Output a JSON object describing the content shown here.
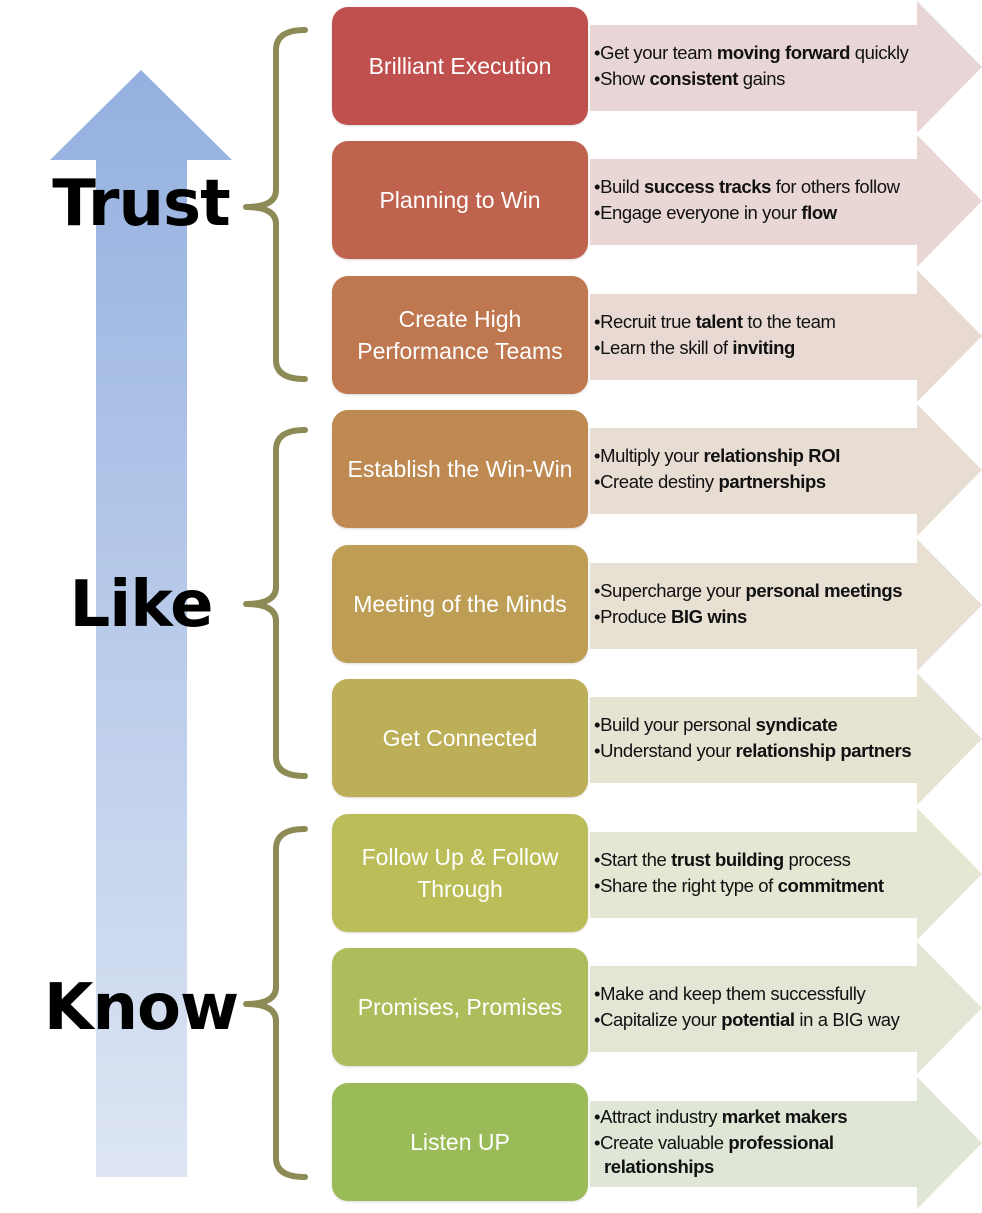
{
  "levels": [
    {
      "label": "Trust"
    },
    {
      "label": "Like"
    },
    {
      "label": "Know"
    }
  ],
  "colors": {
    "big_arrow_top": "#94B0E0",
    "big_arrow_bottom": "#DDE5F3",
    "bracket": "#8C8A55"
  },
  "steps": [
    {
      "title": "Brilliant Execution",
      "color": "#C0504D",
      "arrow_color": "#E8D5D5",
      "bullets": [
        [
          {
            "t": "Get your team "
          },
          {
            "t": "moving forward",
            "b": true
          },
          {
            "t": " quickly"
          }
        ],
        [
          {
            "t": "Show "
          },
          {
            "t": "consistent",
            "b": true
          },
          {
            "t": " gains"
          }
        ]
      ]
    },
    {
      "title": "Planning to Win",
      "color": "#C0634E",
      "arrow_color": "#E8D7D4",
      "bullets": [
        [
          {
            "t": "Build "
          },
          {
            "t": "success tracks",
            "b": true
          },
          {
            "t": " for others follow"
          }
        ],
        [
          {
            "t": "Engage everyone in your "
          },
          {
            "t": "flow",
            "b": true
          }
        ]
      ]
    },
    {
      "title": "Create High Performance Teams",
      "color": "#BF7750",
      "arrow_color": "#E8DAD3",
      "bullets": [
        [
          {
            "t": "Recruit true "
          },
          {
            "t": "talent",
            "b": true
          },
          {
            "t": " to the team"
          }
        ],
        [
          {
            "t": "Learn the skill of "
          },
          {
            "t": "inviting",
            "b": true
          }
        ]
      ]
    },
    {
      "title": "Establish the Win-Win",
      "color": "#BE8A52",
      "arrow_color": "#E8DDD3",
      "bullets": [
        [
          {
            "t": "Multiply your "
          },
          {
            "t": "relationship ROI",
            "b": true
          }
        ],
        [
          {
            "t": "Create destiny "
          },
          {
            "t": "partnerships",
            "b": true
          }
        ]
      ]
    },
    {
      "title": "Meeting of the Minds",
      "color": "#BE9E55",
      "arrow_color": "#E7E0D3",
      "bullets": [
        [
          {
            "t": "Supercharge your "
          },
          {
            "t": "personal meetings",
            "b": true
          }
        ],
        [
          {
            "t": "Produce "
          },
          {
            "t": "BIG wins",
            "b": true
          }
        ]
      ]
    },
    {
      "title": "Get Connected",
      "color": "#BDAF57",
      "arrow_color": "#E6E3D3",
      "bullets": [
        [
          {
            "t": "Build your personal "
          },
          {
            "t": "syndicate",
            "b": true
          }
        ],
        [
          {
            "t": "Understand your "
          },
          {
            "t": "relationship partners",
            "b": true
          }
        ]
      ]
    },
    {
      "title": "Follow Up & Follow Through",
      "color": "#BABD58",
      "arrow_color": "#E5E6D4",
      "bullets": [
        [
          {
            "t": "Start the "
          },
          {
            "t": "trust building",
            "b": true
          },
          {
            "t": " process"
          }
        ],
        [
          {
            "t": "Share the right type of "
          },
          {
            "t": "commitment",
            "b": true
          }
        ]
      ]
    },
    {
      "title": "Promises, Promises",
      "color": "#ADBD5B",
      "arrow_color": "#E2E6D5",
      "bullets": [
        [
          {
            "t": "Make and keep them successfully"
          }
        ],
        [
          {
            "t": "Capitalize your "
          },
          {
            "t": "potential",
            "b": true
          },
          {
            "t": " in a BIG way"
          }
        ]
      ]
    },
    {
      "title": "Listen UP",
      "color": "#9BBB59",
      "arrow_color": "#DFE6D5",
      "bullets": [
        [
          {
            "t": "Attract industry "
          },
          {
            "t": "market makers",
            "b": true
          }
        ],
        [
          {
            "t": "Create valuable "
          },
          {
            "t": "professional relationships",
            "b": true
          }
        ]
      ]
    }
  ]
}
